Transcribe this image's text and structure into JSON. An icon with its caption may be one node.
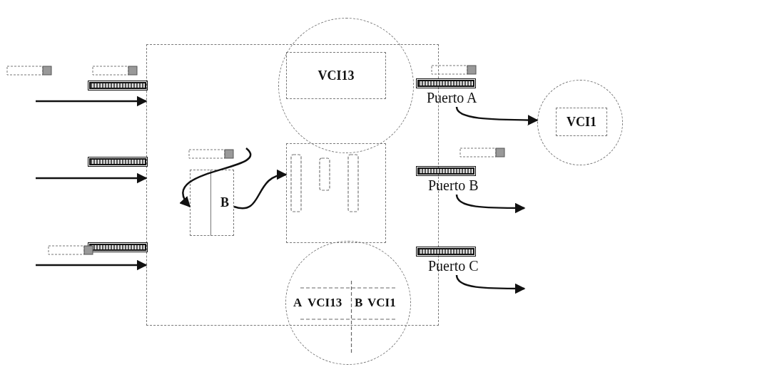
{
  "diagram": {
    "nodes": [
      {
        "text": [],
        "shape": "box"
      },
      {
        "text": [],
        "shape": "circle"
      },
      {
        "text": [
          "VCI13"
        ],
        "in": 1
      },
      {
        "text": [
          "B"
        ],
        "in": 0
      },
      {
        "text": [],
        "shape": "box",
        "in": 0
      },
      {
        "text": [
          "A",
          "VCI13",
          "B",
          "VCI1"
        ]
      },
      {
        "text": [
          "Puerto A"
        ]
      },
      {
        "text": [
          "Puerto B"
        ]
      },
      {
        "text": [
          "Puerto C"
        ]
      },
      {
        "text": [],
        "shape": "circle"
      },
      {
        "text": [
          "VCI1"
        ],
        "in": 9
      }
    ],
    "edges": [
      {
        "from": null,
        "to": 0,
        "arrow": "to"
      },
      {
        "from": null,
        "to": 0,
        "arrow": "to"
      },
      {
        "from": null,
        "to": 0,
        "arrow": "to"
      },
      {
        "from": null,
        "to": 3,
        "arrow": "to"
      },
      {
        "from": 3,
        "to": 4,
        "arrow": "to"
      },
      {
        "from": 6,
        "to": 9,
        "arrow": "to"
      },
      {
        "from": 7,
        "to": null,
        "arrow": "to"
      },
      {
        "from": 8,
        "to": null,
        "arrow": "to"
      }
    ]
  }
}
